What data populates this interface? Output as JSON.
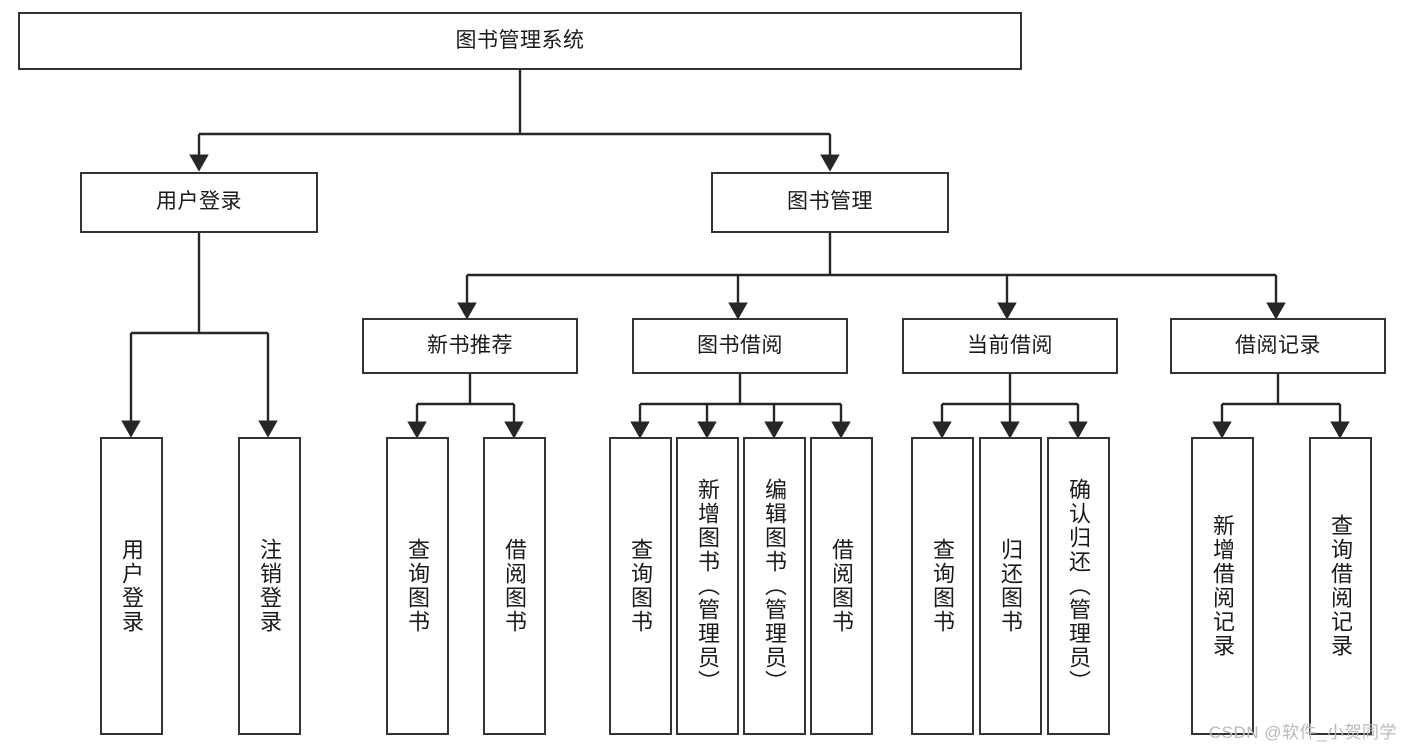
{
  "diagram": {
    "type": "tree-hierarchy",
    "title": "图书管理系统",
    "watermark": "CSDN @软件_小贺同学",
    "colors": {
      "box_border": "#333333",
      "box_fill": "#ffffff",
      "connector": "#262626",
      "text": "#1a1a1a",
      "watermark": "#b9b9b9"
    },
    "levels": {
      "root": {
        "label": "图书管理系统"
      },
      "level2": [
        {
          "id": "user-login",
          "label": "用户登录"
        },
        {
          "id": "book-management",
          "label": "图书管理"
        }
      ],
      "level3": [
        {
          "id": "new-book-recommend",
          "label": "新书推荐"
        },
        {
          "id": "book-borrow",
          "label": "图书借阅"
        },
        {
          "id": "current-borrow",
          "label": "当前借阅"
        },
        {
          "id": "borrow-record",
          "label": "借阅记录"
        }
      ],
      "leaves": {
        "user-login": [
          {
            "id": "leaf-user-login",
            "label": "用户登录"
          },
          {
            "id": "leaf-logout",
            "label": "注销登录"
          }
        ],
        "new-book-recommend": [
          {
            "id": "leaf-query-book-1",
            "label": "查询图书"
          },
          {
            "id": "leaf-borrow-book-1",
            "label": "借阅图书"
          }
        ],
        "book-borrow": [
          {
            "id": "leaf-query-book-2",
            "label": "查询图书"
          },
          {
            "id": "leaf-add-book",
            "label": "新增图书（管理员）"
          },
          {
            "id": "leaf-edit-book",
            "label": "编辑图书（管理员）"
          },
          {
            "id": "leaf-borrow-book-2",
            "label": "借阅图书"
          }
        ],
        "current-borrow": [
          {
            "id": "leaf-query-book-3",
            "label": "查询图书"
          },
          {
            "id": "leaf-return-book",
            "label": "归还图书"
          },
          {
            "id": "leaf-confirm-return",
            "label": "确认归还（管理员）"
          }
        ],
        "borrow-record": [
          {
            "id": "leaf-add-record",
            "label": "新增借阅记录"
          },
          {
            "id": "leaf-query-record",
            "label": "查询借阅记录"
          }
        ]
      }
    }
  }
}
